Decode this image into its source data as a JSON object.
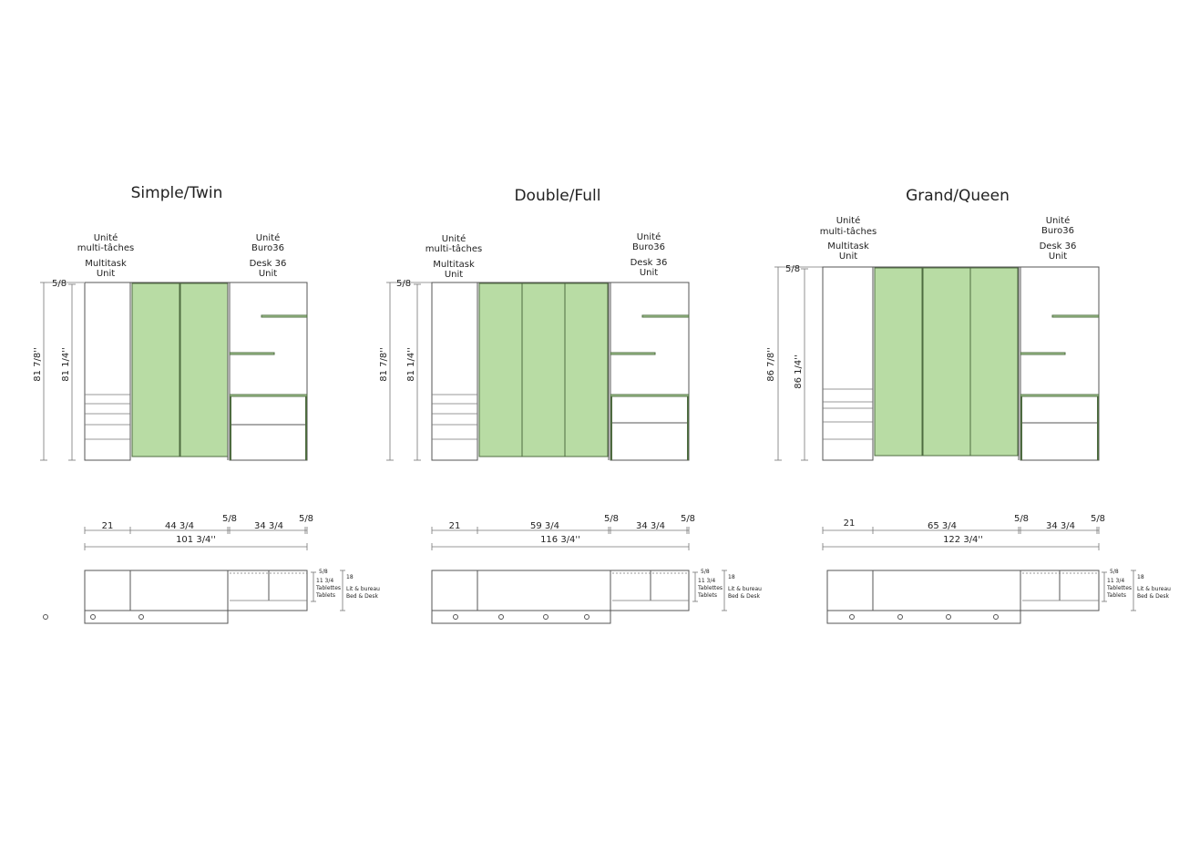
{
  "colors": {
    "panel_fill": "#b8dca4",
    "panel_stroke": "#4e6b40",
    "line": "#555555"
  },
  "configs": [
    {
      "title": "Simple/Twin",
      "left_label": [
        "Unité",
        "multi-tâches",
        "Multitask",
        "Unit"
      ],
      "right_label": [
        "Unité",
        "Buro36",
        "Desk 36",
        "Unit"
      ],
      "top_gap": "5/8",
      "total_height": "81 7/8''",
      "unit_height": "81 1/4''",
      "widths": [
        "21",
        "44 3/4",
        "5/8",
        "34 3/4",
        "5/8"
      ],
      "total_width": "101 3/4''",
      "shelf_dims": [
        "5/8",
        "11 3/4",
        "Tablettes",
        "Tablets"
      ],
      "bed_dims": [
        "18",
        "Lit & bureau",
        "Bed & Desk"
      ]
    },
    {
      "title": "Double/Full",
      "left_label": [
        "Unité",
        "multi-tâches",
        "Multitask",
        "Unit"
      ],
      "right_label": [
        "Unité",
        "Buro36",
        "Desk 36",
        "Unit"
      ],
      "top_gap": "5/8",
      "total_height": "81 7/8''",
      "unit_height": "81 1/4''",
      "widths": [
        "21",
        "59 3/4",
        "5/8",
        "34 3/4",
        "5/8"
      ],
      "total_width": "116 3/4''",
      "shelf_dims": [
        "5/8",
        "11 3/4",
        "Tablettes",
        "Tablets"
      ],
      "bed_dims": [
        "18",
        "Lit & bureau",
        "Bed & Desk"
      ]
    },
    {
      "title": "Grand/Queen",
      "left_label": [
        "Unité",
        "multi-tâches",
        "Multitask",
        "Unit"
      ],
      "right_label": [
        "Unité",
        "Buro36",
        "Desk 36",
        "Unit"
      ],
      "top_gap": "5/8",
      "total_height": "86 7/8''",
      "unit_height": "86 1/4''",
      "widths": [
        "21",
        "65 3/4",
        "5/8",
        "34 3/4",
        "5/8"
      ],
      "total_width": "122 3/4''",
      "shelf_dims": [
        "5/8",
        "11 3/4",
        "Tablettes",
        "Tablets"
      ],
      "bed_dims": [
        "18",
        "Lit & bureau",
        "Bed & Desk"
      ]
    }
  ]
}
